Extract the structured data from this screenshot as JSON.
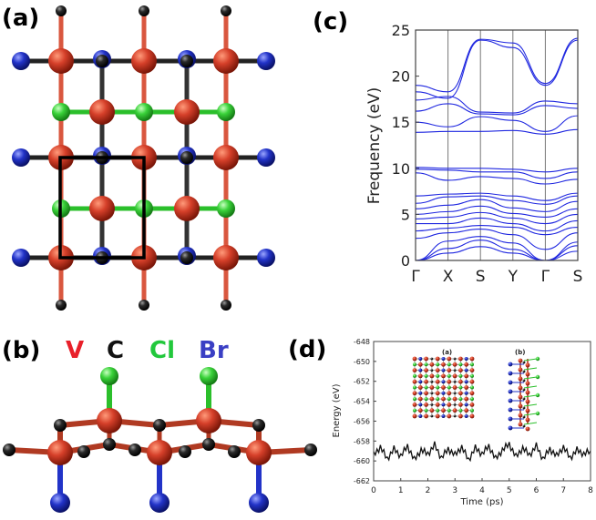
{
  "panels": {
    "a": {
      "label": "(a)"
    },
    "b": {
      "label": "(b)",
      "legend": [
        {
          "symbol": "V",
          "color": "#e8202a"
        },
        {
          "symbol": "C",
          "color": "#111111"
        },
        {
          "symbol": "Cl",
          "color": "#22c83c"
        },
        {
          "symbol": "Br",
          "color": "#3a3fc4"
        }
      ]
    },
    "c": {
      "label": "(c)"
    },
    "d": {
      "label": "(d)",
      "inset_a_label": "(a)",
      "inset_b_label": "(b)"
    }
  },
  "atom_colors": {
    "V": "#c9361e",
    "C": "#141414",
    "Cl": "#2bd12b",
    "Br": "#1e2fb4",
    "bond_V": "#d9573f"
  },
  "chart_data": [
    {
      "type": "line",
      "panel": "c",
      "ylabel": "Frequency (eV)",
      "ylim": [
        0,
        25
      ],
      "yticks": [
        0,
        5,
        10,
        15,
        20,
        25
      ],
      "xticks": [
        "Γ",
        "X",
        "S",
        "Y",
        "Γ",
        "S"
      ],
      "series": [
        {
          "values": [
            0,
            0.8,
            1.5,
            0.8,
            0,
            1.0
          ]
        },
        {
          "values": [
            0,
            1.3,
            2.2,
            1.2,
            0,
            1.6
          ]
        },
        {
          "values": [
            0,
            2.1,
            2.6,
            1.9,
            0,
            2.0
          ]
        },
        {
          "values": [
            2.4,
            3.0,
            3.4,
            2.8,
            1.2,
            3.0
          ]
        },
        {
          "values": [
            3.2,
            3.5,
            3.8,
            3.6,
            2.8,
            3.6
          ]
        },
        {
          "values": [
            4.0,
            4.0,
            4.6,
            4.0,
            3.2,
            4.3
          ]
        },
        {
          "values": [
            4.5,
            4.7,
            5.2,
            4.6,
            4.0,
            5.0
          ]
        },
        {
          "values": [
            5.0,
            5.3,
            5.9,
            5.1,
            4.7,
            5.6
          ]
        },
        {
          "values": [
            5.6,
            6.0,
            6.6,
            5.7,
            5.3,
            6.4
          ]
        },
        {
          "values": [
            6.2,
            6.9,
            7.0,
            6.5,
            6.1,
            7.0
          ]
        },
        {
          "values": [
            7.0,
            7.2,
            7.3,
            7.0,
            6.5,
            7.3
          ]
        },
        {
          "values": [
            9.5,
            8.7,
            9.1,
            8.9,
            8.3,
            8.8
          ]
        },
        {
          "values": [
            9.9,
            9.8,
            9.6,
            9.6,
            8.9,
            9.6
          ]
        },
        {
          "values": [
            10.1,
            10.0,
            10.0,
            9.9,
            9.6,
            10.0
          ]
        },
        {
          "values": [
            13.9,
            14.0,
            14.0,
            14.1,
            13.7,
            14.2
          ]
        },
        {
          "values": [
            15.0,
            14.5,
            15.6,
            15.2,
            14.0,
            15.7
          ]
        },
        {
          "values": [
            16.2,
            17.0,
            15.9,
            15.8,
            16.8,
            16.5
          ]
        },
        {
          "values": [
            17.4,
            17.8,
            16.1,
            16.0,
            17.3,
            17.0
          ]
        },
        {
          "values": [
            18.3,
            17.6,
            23.9,
            23.1,
            19.0,
            23.9
          ]
        },
        {
          "values": [
            19.0,
            18.3,
            24.0,
            23.6,
            19.2,
            24.1
          ]
        }
      ]
    },
    {
      "type": "line",
      "panel": "d",
      "xlabel": "Time (ps)",
      "ylabel": "Energy (eV)",
      "xlim": [
        0,
        8
      ],
      "ylim": [
        -662,
        -648
      ],
      "xticks": [
        0,
        1,
        2,
        3,
        4,
        5,
        6,
        7,
        8
      ],
      "yticks": [
        -648,
        -650,
        -652,
        -654,
        -656,
        -658,
        -660,
        -662
      ],
      "series": [
        {
          "x": [
            0,
            0.25,
            0.5,
            0.75,
            1,
            1.25,
            1.5,
            1.75,
            2,
            2.25,
            2.5,
            2.75,
            3,
            3.25,
            3.5,
            3.75,
            4,
            4.25,
            4.5,
            4.75,
            5,
            5.25,
            5.5,
            5.75,
            6,
            6.25,
            6.5,
            6.75,
            7,
            7.25,
            7.5,
            7.75,
            8
          ],
          "y": [
            -659.4,
            -658.6,
            -659.8,
            -658.8,
            -659.5,
            -658.5,
            -659.9,
            -658.9,
            -659.3,
            -658.4,
            -659.7,
            -658.8,
            -659.4,
            -658.6,
            -659.9,
            -658.7,
            -659.3,
            -658.5,
            -659.8,
            -658.9,
            -658.3,
            -659.6,
            -658.7,
            -659.4,
            -658.5,
            -659.8,
            -658.8,
            -659.5,
            -658.6,
            -659.7,
            -658.9,
            -659.3,
            -659.0
          ]
        }
      ]
    }
  ]
}
